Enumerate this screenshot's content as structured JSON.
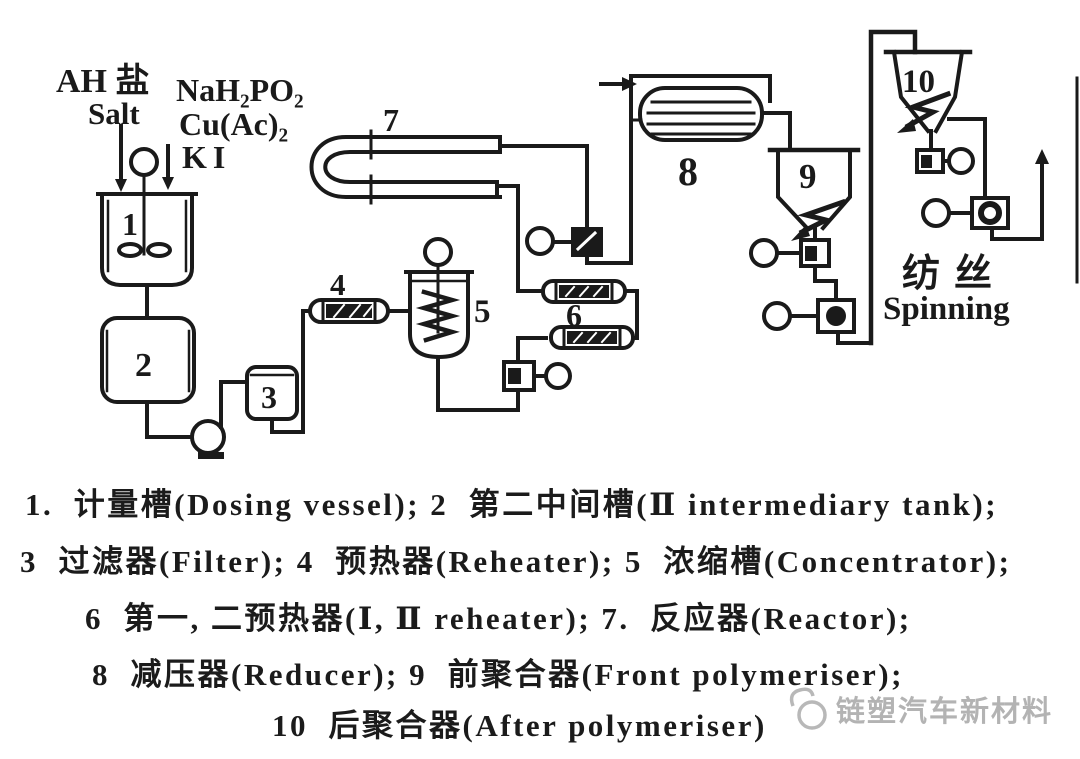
{
  "figure": {
    "feeds": {
      "ah_salt_cn": "AH 盐",
      "ah_salt_en": "Salt",
      "additive_1": "NaH₂PO₂",
      "additive_2": "Cu(Ac)₂",
      "additive_3": "KI"
    },
    "labels": {
      "n1": "1",
      "n2": "2",
      "n3": "3",
      "n4": "4",
      "n5": "5",
      "n6": "6",
      "n7": "7",
      "n8": "8",
      "n9": "9",
      "n10": "10"
    },
    "output": {
      "spinning_cn": "纺丝",
      "spinning_en": "Spinning"
    }
  },
  "legend": {
    "lines": [
      "1.  计量槽(Dosing vessel); 2  第二中间槽(Ⅱ intermediary tank);",
      "3  过滤器(Filter); 4  预热器(Reheater); 5  浓缩槽(Concentrator);",
      "6  第一, 二预热器(Ⅰ, Ⅱ reheater); 7.  反应器(Reactor);",
      "8  减压器(Reducer); 9  前聚合器(Front polymeriser);",
      "10  后聚合器(After polymeriser)"
    ]
  },
  "watermark": {
    "text": "链塑汽车新材料"
  },
  "colors": {
    "ink": "#1a1a1a",
    "watermark": "#b3b3b3",
    "background": "#ffffff"
  }
}
